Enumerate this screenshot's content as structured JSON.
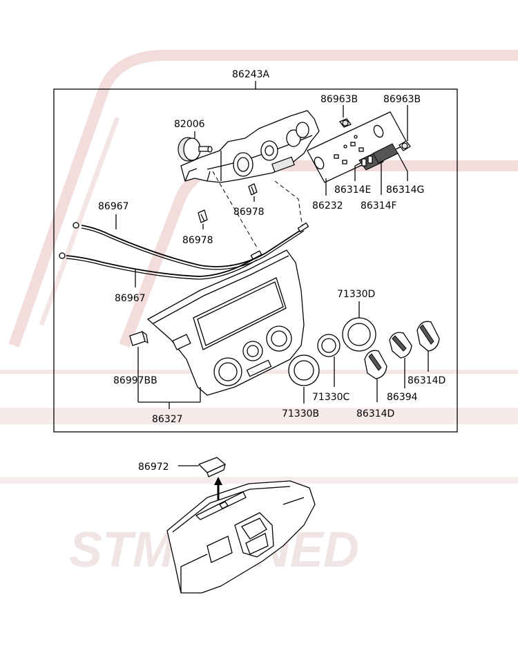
{
  "watermark": "STM TUNED",
  "labels": {
    "assembly": "86243A",
    "p82006": "82006",
    "p86963b_a": "86963B",
    "p86963b_b": "86963B",
    "p86314e": "86314E",
    "p86314g": "86314G",
    "p86232": "86232",
    "p86314f": "86314F",
    "p86978_a": "86978",
    "p86978_b": "86978",
    "p86967_a": "86967",
    "p86967_b": "86967",
    "p71330d": "71330D",
    "p86997bb": "86997BB",
    "p86314d_a": "86314D",
    "p71330c": "71330C",
    "p86394": "86394",
    "p71330b": "71330B",
    "p86314d_b": "86314D",
    "p86327": "86327",
    "p86972": "86972"
  }
}
